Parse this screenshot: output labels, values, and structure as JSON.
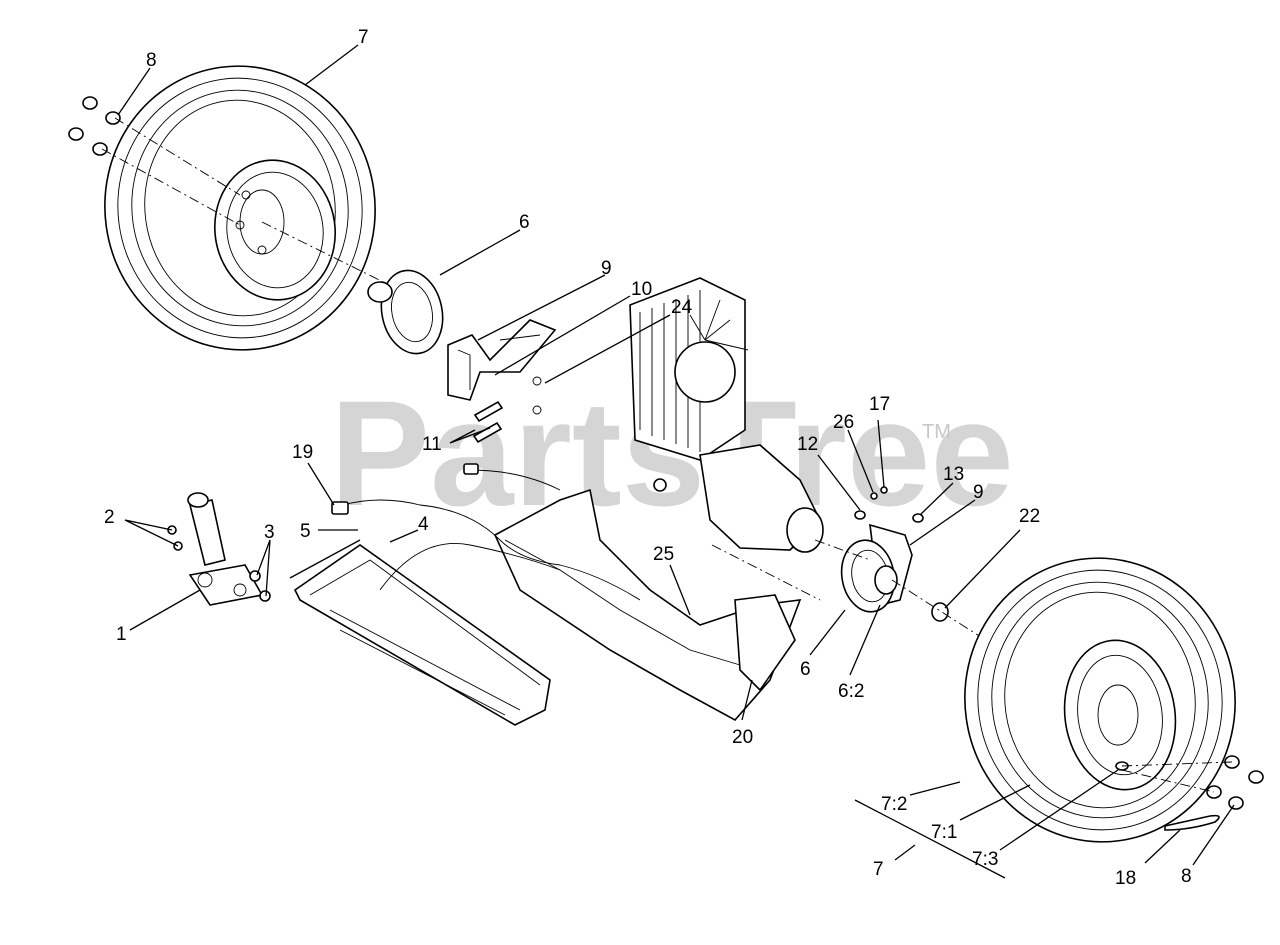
{
  "watermark": {
    "text": "PartsTree",
    "trademark": "TM"
  },
  "callouts": {
    "c1": "1",
    "c2": "2",
    "c3": "3",
    "c4": "4",
    "c5": "5",
    "c6a": "6",
    "c6b": "6",
    "c6_2": "6:2",
    "c7a": "7",
    "c7b": "7",
    "c7_1": "7:1",
    "c7_2": "7:2",
    "c7_3": "7:3",
    "c8a": "8",
    "c8b": "8",
    "c9a": "9",
    "c9b": "9",
    "c10": "10",
    "c11": "11",
    "c12": "12",
    "c13": "13",
    "c17": "17",
    "c18": "18",
    "c19": "19",
    "c20": "20",
    "c22": "22",
    "c24": "24",
    "c25": "25",
    "c26": "26"
  }
}
